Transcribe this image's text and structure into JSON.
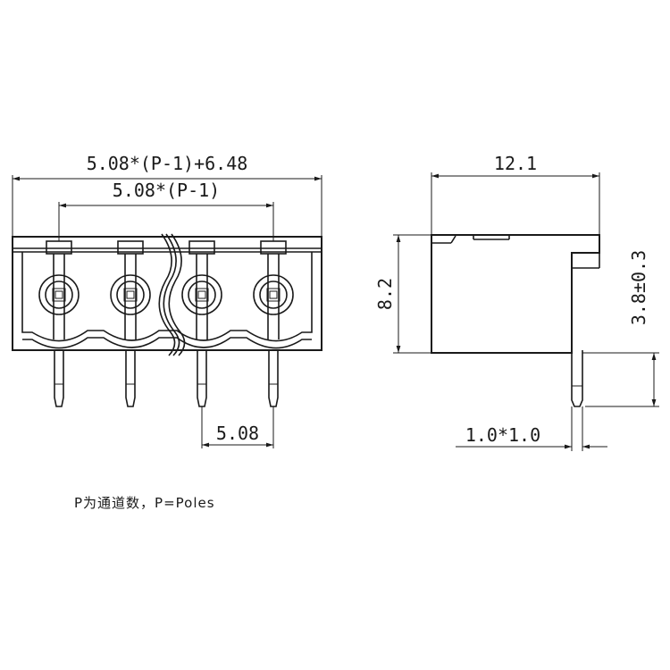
{
  "diagram": {
    "front_view": {
      "overall_width_label": "5.08*(P-1)+6.48",
      "pin_span_label": "5.08*(P-1)",
      "pitch_label": "5.08",
      "pin_count_shown": 4
    },
    "side_view": {
      "depth_label": "12.1",
      "height_label": "8.2",
      "pin_length_label": "3.8±0.3",
      "pin_section_label": "1.0*1.0"
    },
    "note": "P为通道数，P=Poles",
    "line_color": "#1a1a1a",
    "background_color": "#ffffff"
  }
}
